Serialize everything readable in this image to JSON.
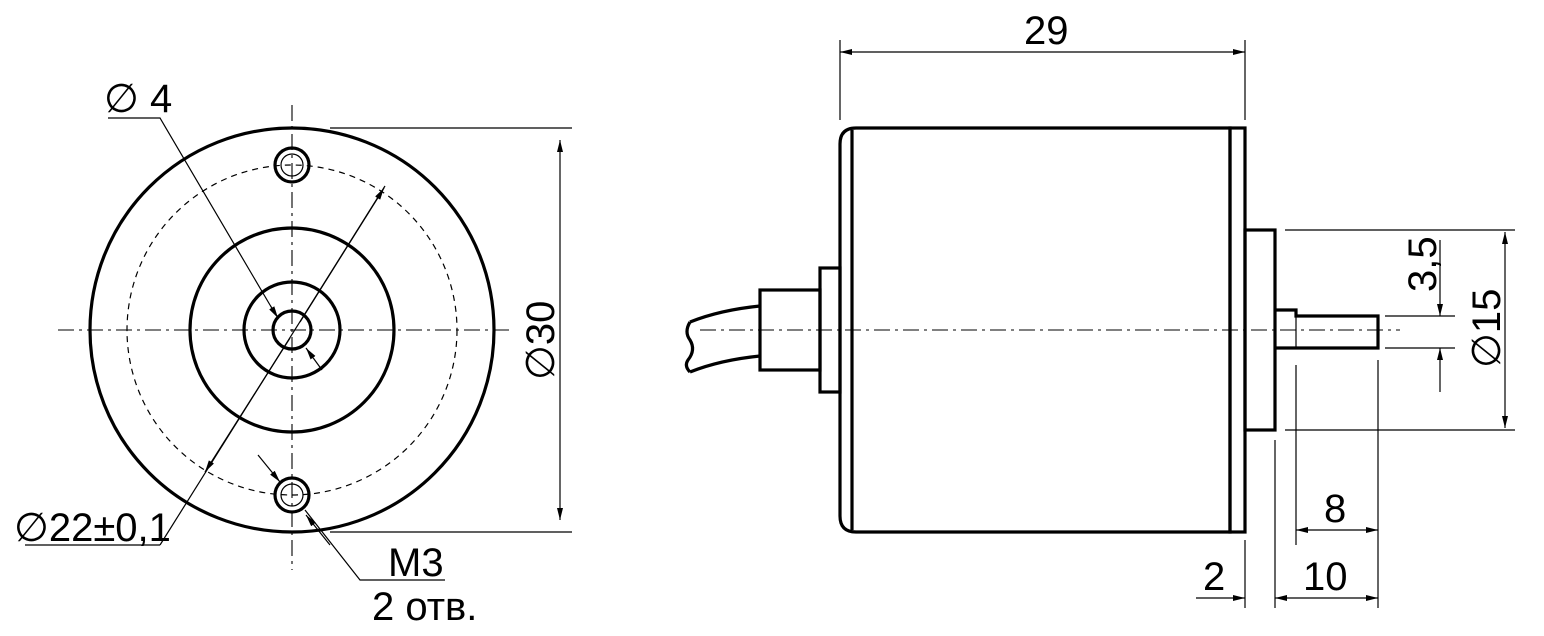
{
  "front_view": {
    "hole_diameter": "∅ 4",
    "body_diameter": "∅30",
    "bolt_circle": "∅22±0,1",
    "thread": "M3",
    "hole_count": "2 отв."
  },
  "side_view": {
    "length": "29",
    "flat": "3,5",
    "pilot_diameter": "∅15",
    "shaft_length": "8",
    "shaft_total": "10",
    "flange": "2"
  },
  "colors": {
    "line": "#000000",
    "background": "#ffffff"
  }
}
